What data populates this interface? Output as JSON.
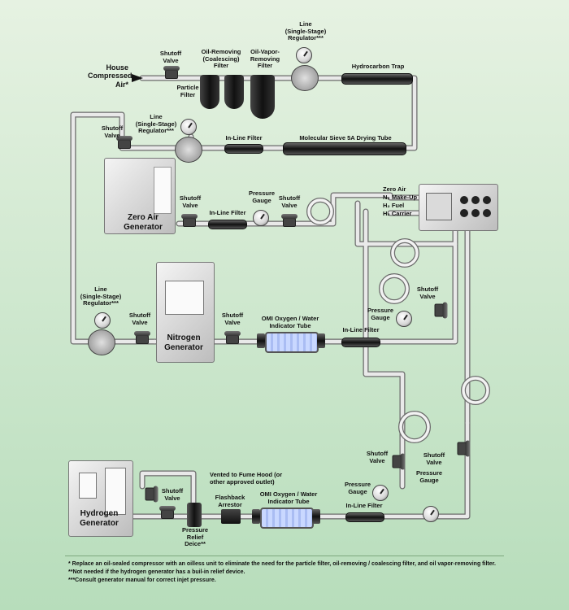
{
  "labels": {
    "house_air": "House\nCompressed\nAir*",
    "shutoff": "Shutoff\nValve",
    "particle_filter": "Particle\nFilter",
    "oil_removing": "Oil-Removing\n(Coalescing)\nFilter",
    "oil_vapor": "Oil-Vapor-\nRemoving\nFilter",
    "line_reg_top": "Line\n(Single-Stage)\nRegulator***",
    "hydrocarbon_trap": "Hydrocarbon Trap",
    "line_reg_za": "Line\n(Single-Stage)\nRegulator***",
    "inline_filter": "In-Line Filter",
    "molecular_sieve": "Molecular Sieve 5A Drying Tube",
    "zero_air_gen": "Zero Air\nGenerator",
    "pressure_gauge": "Pressure\nGauge",
    "gc_zero_air": "Zero Air",
    "gc_n2": "N₂ Make-Up",
    "gc_h2_fuel": "H₂ Fuel",
    "gc_h2_carrier": "H₂ Carrier",
    "line_reg_n2": "Line\n(Single-Stage)\nRegulator***",
    "nitrogen_gen": "Nitrogen\nGenerator",
    "omi_tube": "OMI Oxygen / Water\nIndicator Tube",
    "vented": "Vented to Fume Hood (or\nother approved outlet)",
    "hydrogen_gen": "Hydrogen\nGenerator",
    "pressure_relief": "Pressure\nRelief\nDeice**",
    "flashback": "Flashback\nArrestor"
  },
  "footnotes": [
    "* Replace an oil-sealed compressor with an oilless unit to eliminate the need for the particle filter, oil-removing / coalescing filter, and oil vapor-removing filter.",
    "**Not needed if the hydrogen generator has a buil-in relief device.",
    "***Consult generator manual for correct injet pressure."
  ],
  "colors": {
    "pipe": "#e8e8e8",
    "pipe_edge": "#6b6b6b",
    "filter_dark": "#1e1e1e",
    "omi_glass": "#bccdfa"
  }
}
